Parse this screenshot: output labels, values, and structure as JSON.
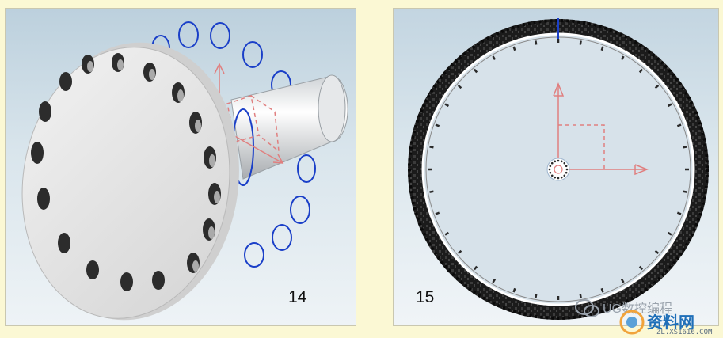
{
  "panels": [
    {
      "id": "14",
      "label": "14",
      "subject": "hub-flange-with-axle"
    },
    {
      "id": "15",
      "label": "15",
      "subject": "wheel-with-tire"
    }
  ],
  "watermark": {
    "text": "UG数控编程",
    "site": "资料网",
    "url": "ZL.XS1616.COM"
  },
  "colors": {
    "background": "#fbf8d4",
    "circle_outline": "#1a3fc8",
    "csys_axis": "#e07f7f",
    "tire": "#1b1b1b"
  }
}
